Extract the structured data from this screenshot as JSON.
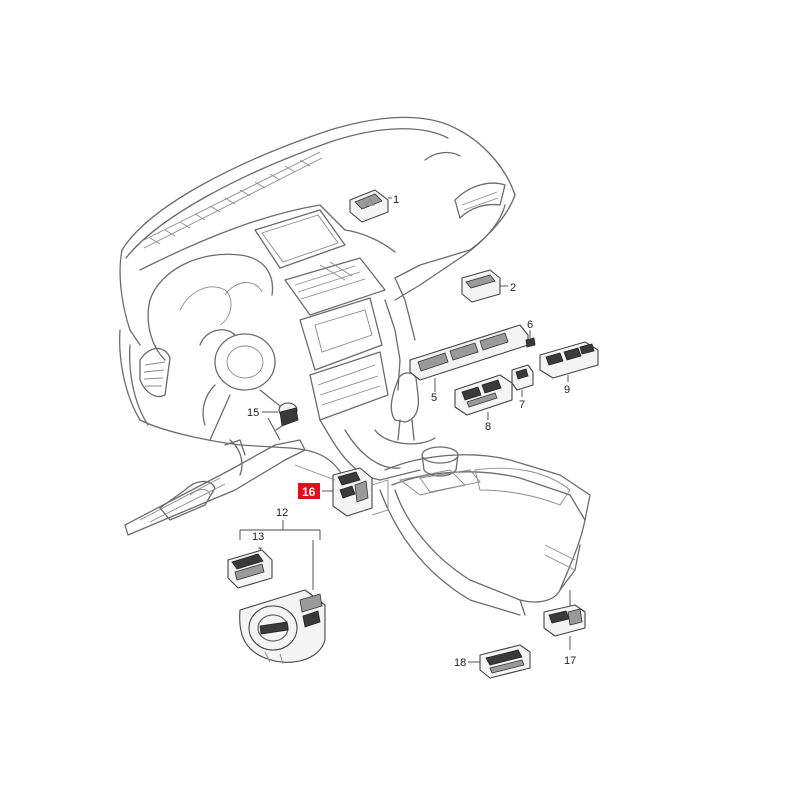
{
  "callouts": {
    "c1": "1",
    "c2": "2",
    "c5": "5",
    "c6": "6",
    "c7": "7",
    "c8": "8",
    "c9": "9",
    "c12": "12",
    "c13": "13",
    "c15": "15",
    "c16": "16",
    "c17": "17",
    "c18": "18"
  },
  "highlight_color": "#e0101a"
}
